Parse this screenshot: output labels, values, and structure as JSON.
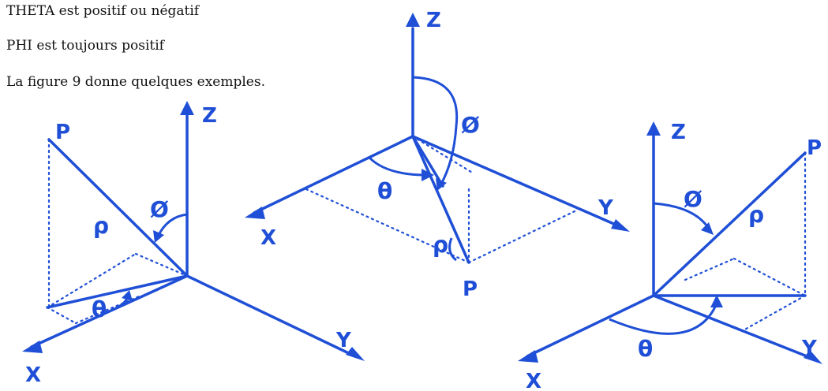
{
  "text": {
    "line1": "THETA est positif ou négatif",
    "line2": "PHI est toujours positif",
    "line3": "La figure 9 donne quelques exemples."
  },
  "labels": {
    "x": "X",
    "y": "Y",
    "z": "Z",
    "p": "P",
    "phi": "Ø",
    "rho": "ρ",
    "theta": "θ"
  },
  "colors": {
    "diagram": "#1f4fd6",
    "text": "#111111"
  }
}
